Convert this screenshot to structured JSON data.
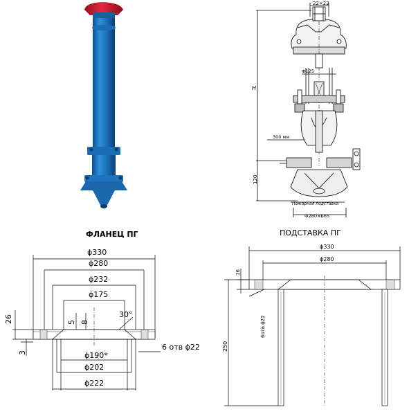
{
  "photo": {
    "name": "pillar fire hydrant photo"
  },
  "hydrant_drawing": {
    "dim_top": "22×22",
    "dim_height": "H",
    "dim_bore": "Ф125",
    "dim_inlet": "300 мм",
    "dim_base_height": "120",
    "dim_base_diam": "Ф280×Б65",
    "label_stand": "Пожарная подставка"
  },
  "flange": {
    "title": "ФЛАНЕЦ ПГ",
    "d_330": "ϕ330",
    "d_280": "ϕ280",
    "d_232": "ϕ232",
    "d_175": "ϕ175",
    "d_190": "ϕ190*",
    "d_202": "ϕ202",
    "d_222": "ϕ222",
    "h_26": "26",
    "h_3": "3",
    "h_5": "5",
    "h_8": "8",
    "angle": "30°",
    "holes": "6 отв ϕ22"
  },
  "stand": {
    "title": "ПОДСТАВКА ПГ",
    "d_330": "ϕ330",
    "d_280": "ϕ280",
    "h_16": "16",
    "holes": "6отв ϕ22",
    "h_250": "250"
  }
}
